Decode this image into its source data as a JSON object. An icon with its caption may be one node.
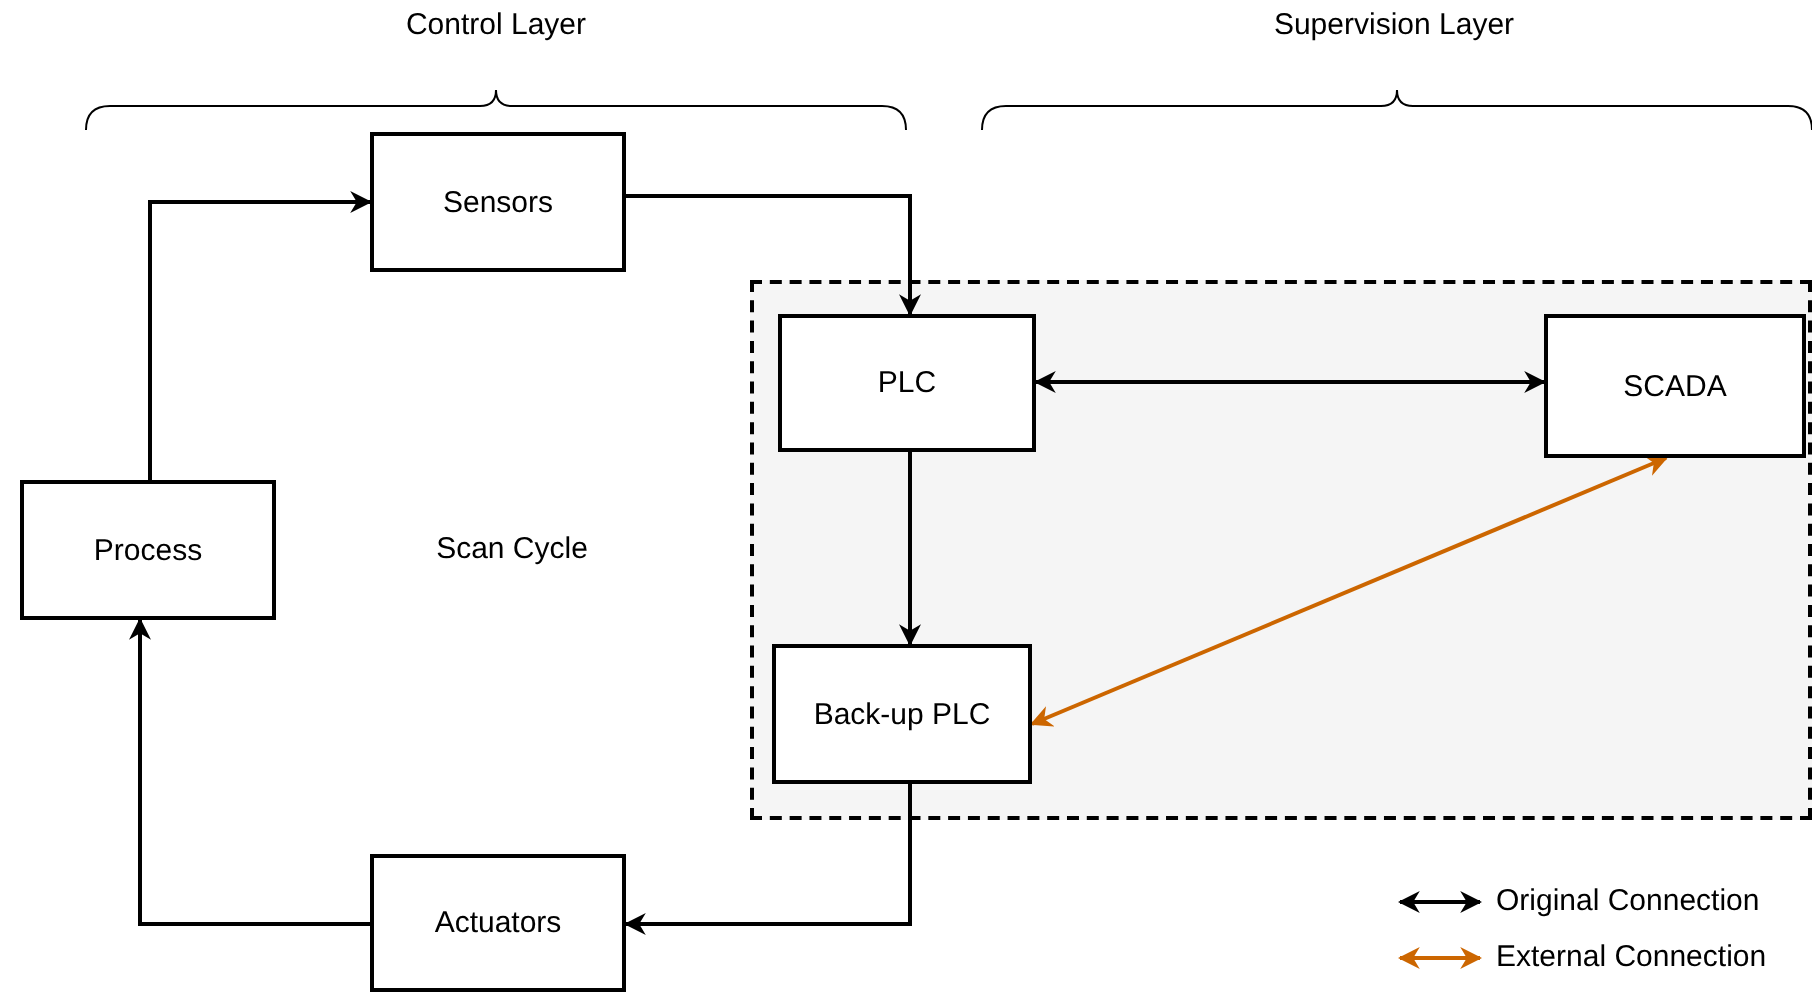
{
  "diagram": {
    "nodes": [
      {
        "text": [
          "Sensors"
        ]
      },
      {
        "text": [],
        "shape": "box"
      },
      {
        "text": [
          "PLC"
        ],
        "in": 1
      },
      {
        "text": [
          "SCADA"
        ],
        "in": 1
      },
      {
        "text": [
          "Process"
        ]
      },
      {
        "text": [
          "Back-up PLC"
        ],
        "in": 1
      },
      {
        "text": [
          "Actuators"
        ]
      }
    ],
    "edges": [
      {
        "from": 4,
        "to": 0,
        "arrow": "to"
      },
      {
        "from": 0,
        "to": 2,
        "arrow": "to"
      },
      {
        "from": 2,
        "to": 3,
        "arrow": "both"
      },
      {
        "from": 2,
        "to": 5,
        "arrow": "to"
      },
      {
        "from": 3,
        "to": 5,
        "arrow": "both",
        "color": "#cc6600"
      },
      {
        "from": 5,
        "to": 6,
        "arrow": "to"
      },
      {
        "from": 6,
        "to": 4,
        "arrow": "to"
      }
    ],
    "labels": [
      "Control Layer",
      "Supervision Layer",
      "Scan Cycle"
    ],
    "legend": [
      {
        "text": "Original Connection",
        "color": "#000000"
      },
      {
        "text": "External Connection",
        "color": "#cc6600"
      }
    ]
  }
}
